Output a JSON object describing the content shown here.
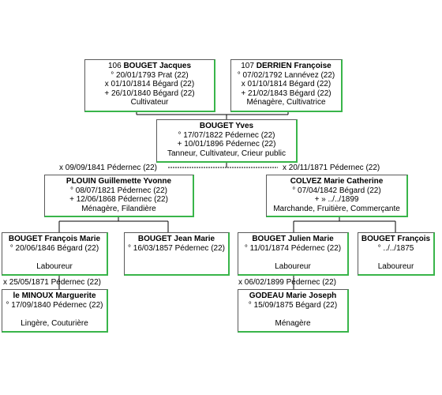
{
  "persons": {
    "p106": {
      "num": "106",
      "name": "BOUGET Jacques",
      "birth": "° 20/01/1793 Prat (22)",
      "marriage": "x 01/10/1814 Bégard (22)",
      "death": "+ 26/10/1840 Bégard (22)",
      "occupation": "Cultivateur"
    },
    "p107": {
      "num": "107",
      "name": "DERRIEN Françoise",
      "birth": "° 07/02/1792 Lannévez (22)",
      "marriage": "x 01/10/1814 Bégard (22)",
      "death": "+ 21/02/1843 Bégard (22)",
      "occupation": "Ménagère, Cultivatrice"
    },
    "yves": {
      "name": "BOUGET Yves",
      "birth": "° 17/07/1822 Pédernec (22)",
      "death": "+ 10/01/1896 Pédernec (22)",
      "occupation": "Tanneur, Cultivateur, Crieur public"
    },
    "plouin": {
      "name": "PLOUIN Guillemette Yvonne",
      "birth": "° 08/07/1821 Pédernec (22)",
      "death": "+ 12/06/1868 Pédernec (22)",
      "occupation": "Ménagère, Filandière"
    },
    "colvez": {
      "name": "COLVEZ Marie Catherine",
      "birth": "° 07/04/1842 Bégard (22)",
      "death": "+ » ../../1899",
      "occupation": "Marchande, Fruitière, Commerçante"
    },
    "francois_marie": {
      "name": "BOUGET François Marie",
      "birth": "° 20/06/1846 Bégard (22)",
      "occupation": "Laboureur"
    },
    "jean_marie": {
      "name": "BOUGET Jean Marie",
      "birth": "° 16/03/1857 Pédernec (22)"
    },
    "julien_marie": {
      "name": "BOUGET Julien Marie",
      "birth": "° 11/01/1874 Pédernec (22)",
      "occupation": "Laboureur"
    },
    "francois": {
      "name": "BOUGET François",
      "birth": "° ../../1875",
      "occupation": "Laboureur"
    },
    "minoux": {
      "name": "le MINOUX Marguerite",
      "birth": "° 17/09/1840 Pédernec (22)",
      "occupation": "Lingère, Couturière"
    },
    "godeau": {
      "name": "GODEAU Marie Joseph",
      "birth": "° 15/09/1875 Bégard (22)",
      "occupation": "Ménagère"
    }
  },
  "marriages": {
    "m1": "x 09/09/1841 Pédernec (22)",
    "m2": "x 20/11/1871 Pédernec (22)",
    "m3": "x 25/05/1871 Pédernec (22)",
    "m4": "x 06/02/1899 Pédernec (22)"
  },
  "colors": {
    "box_border": "#5a5a5a",
    "box_shadow": "#39b54a",
    "lines": "#000000"
  }
}
